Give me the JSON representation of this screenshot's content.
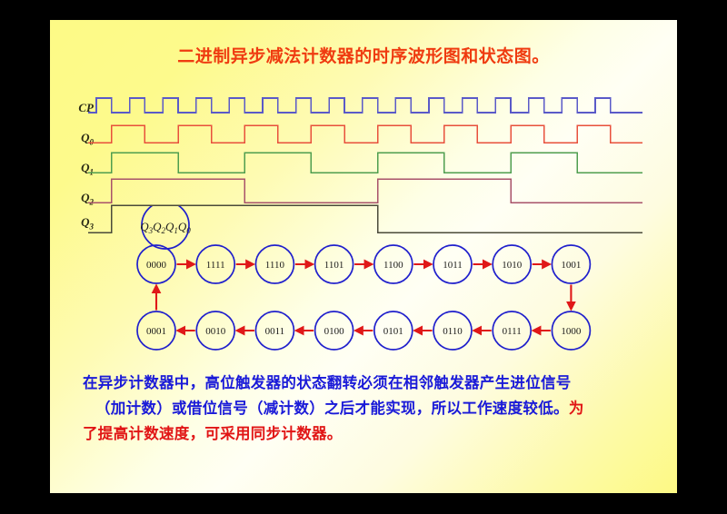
{
  "slide": {
    "title": "二进制异步减法计数器的时序波形图和状态图。",
    "background_left": "#fdfa86",
    "background_right": "#fffff4",
    "frame_color": "#000000"
  },
  "waveforms": {
    "signals": [
      {
        "name": "CP",
        "label_main": "CP",
        "label_sub": "",
        "color": "#5a5ac8",
        "period_cycles": 1,
        "description": "clock pulse train, 16 pulses"
      },
      {
        "name": "Q0",
        "label_main": "Q",
        "label_sub": "0",
        "color": "#e8503c",
        "period_cycles": 2,
        "description": "toggles on every CP falling edge"
      },
      {
        "name": "Q1",
        "label_main": "Q",
        "label_sub": "1",
        "color": "#4f9e4f",
        "period_cycles": 4,
        "description": "toggles on every Q0 falling edge"
      },
      {
        "name": "Q2",
        "label_main": "Q",
        "label_sub": "2",
        "color": "#a8526a",
        "period_cycles": 8,
        "description": "toggles on every Q1 falling edge"
      },
      {
        "name": "Q3",
        "label_main": "Q",
        "label_sub": "3",
        "color": "#4a4a3a",
        "period_cycles": 16,
        "description": "toggles on every Q2 falling edge"
      }
    ],
    "clock_count": 16
  },
  "state_diagram": {
    "legend_label": "Q3Q2Q1Q0",
    "legend_parts": [
      "Q",
      "3",
      "Q",
      "2",
      "Q",
      "1",
      "Q",
      "0"
    ],
    "node_border_color": "#2020cc",
    "arrow_color": "#e01818",
    "top_row": [
      "0000",
      "1111",
      "1110",
      "1101",
      "1100",
      "1011",
      "1010",
      "1001"
    ],
    "bottom_row": [
      "0001",
      "0010",
      "0011",
      "0100",
      "0101",
      "0110",
      "0111",
      "1000"
    ],
    "top_row_direction": "left-to-right",
    "bottom_row_direction": "right-to-left",
    "right_link": {
      "from": "1001",
      "to": "1000",
      "direction": "down"
    },
    "left_link": {
      "from": "0001",
      "to": "0000",
      "direction": "up"
    }
  },
  "body_text": {
    "line1_blue": "在异步计数器中，高位触发器的状态翻转必须在相邻触发器产生进位信号",
    "line2_blue": "（加计数）或借位信号（减计数）之后才能实现，所以工作速度较低。",
    "line2_red": "为",
    "line3_red": "了提高计数速度，可采用同步计数器。",
    "blue_color": "#1a1ad8",
    "red_color": "#e11515"
  }
}
